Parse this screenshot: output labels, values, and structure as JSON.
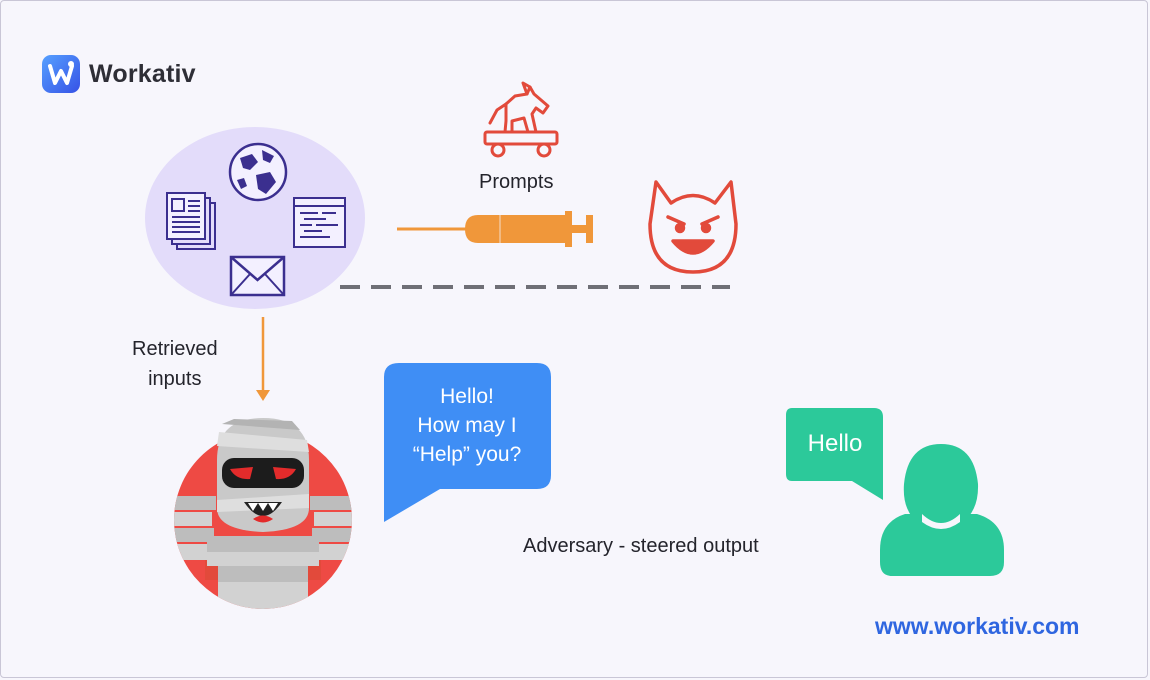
{
  "brand": {
    "name": "Workativ",
    "logo_color": "#3b6cf0"
  },
  "labels": {
    "prompts": "Prompts",
    "retrieved_line1": "Retrieved",
    "retrieved_line2": "inputs",
    "adversary_output": "Adversary - steered output",
    "website": "www.workativ.com"
  },
  "bubbles": {
    "assistant_line1": "Hello!",
    "assistant_line2": "How may I",
    "assistant_line3": "“Help” you?",
    "user": "Hello"
  },
  "icons": {
    "sources": [
      "newspaper-icon",
      "globe-icon",
      "code-window-icon",
      "envelope-icon"
    ],
    "attack": [
      "trojan-horse-icon",
      "syringe-icon",
      "devil-face-icon"
    ],
    "actors": [
      "compromised-robot-icon",
      "user-icon"
    ]
  },
  "colors": {
    "sources_blob": "#e3dcfa",
    "source_icons": "#3b2f8f",
    "attack_red": "#e24a3b",
    "syringe_orange": "#f0973a",
    "assistant_bubble": "#3f8ef5",
    "user_green": "#2cc99a",
    "dashed_line": "#6f6f76"
  }
}
